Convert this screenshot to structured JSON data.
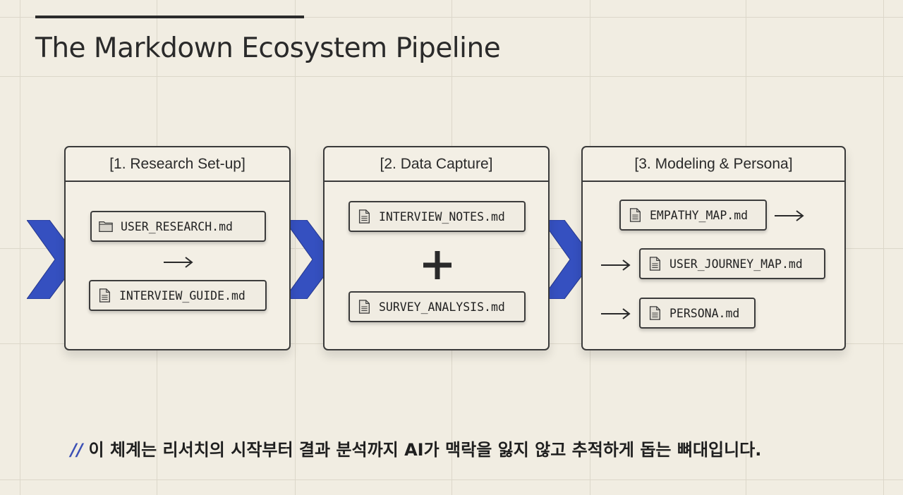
{
  "title": "The Markdown Ecosystem Pipeline",
  "colors": {
    "chevron": "#3550c0",
    "background": "#f1ede2",
    "border": "#3a3a3a"
  },
  "stages": [
    {
      "header": "[1. Research Set-up]",
      "files": [
        {
          "name": "USER_RESEARCH.md",
          "icon": "folder-icon"
        },
        {
          "name": "INTERVIEW_GUIDE.md",
          "icon": "document-icon"
        }
      ]
    },
    {
      "header": "[2. Data Capture]",
      "files": [
        {
          "name": "INTERVIEW_NOTES.md",
          "icon": "document-icon"
        },
        {
          "name": "SURVEY_ANALYSIS.md",
          "icon": "document-icon"
        }
      ]
    },
    {
      "header": "[3. Modeling & Persona]",
      "files": [
        {
          "name": "EMPATHY_MAP.md",
          "icon": "document-icon"
        },
        {
          "name": "USER_JOURNEY_MAP.md",
          "icon": "document-icon"
        },
        {
          "name": "PERSONA.md",
          "icon": "document-icon"
        }
      ]
    }
  ],
  "caption": {
    "prefix": "//",
    "text": "이 체계는 리서치의 시작부터 결과 분석까지 AI가 맥락을 잃지 않고 추적하게 돕는 뼈대입니다."
  }
}
